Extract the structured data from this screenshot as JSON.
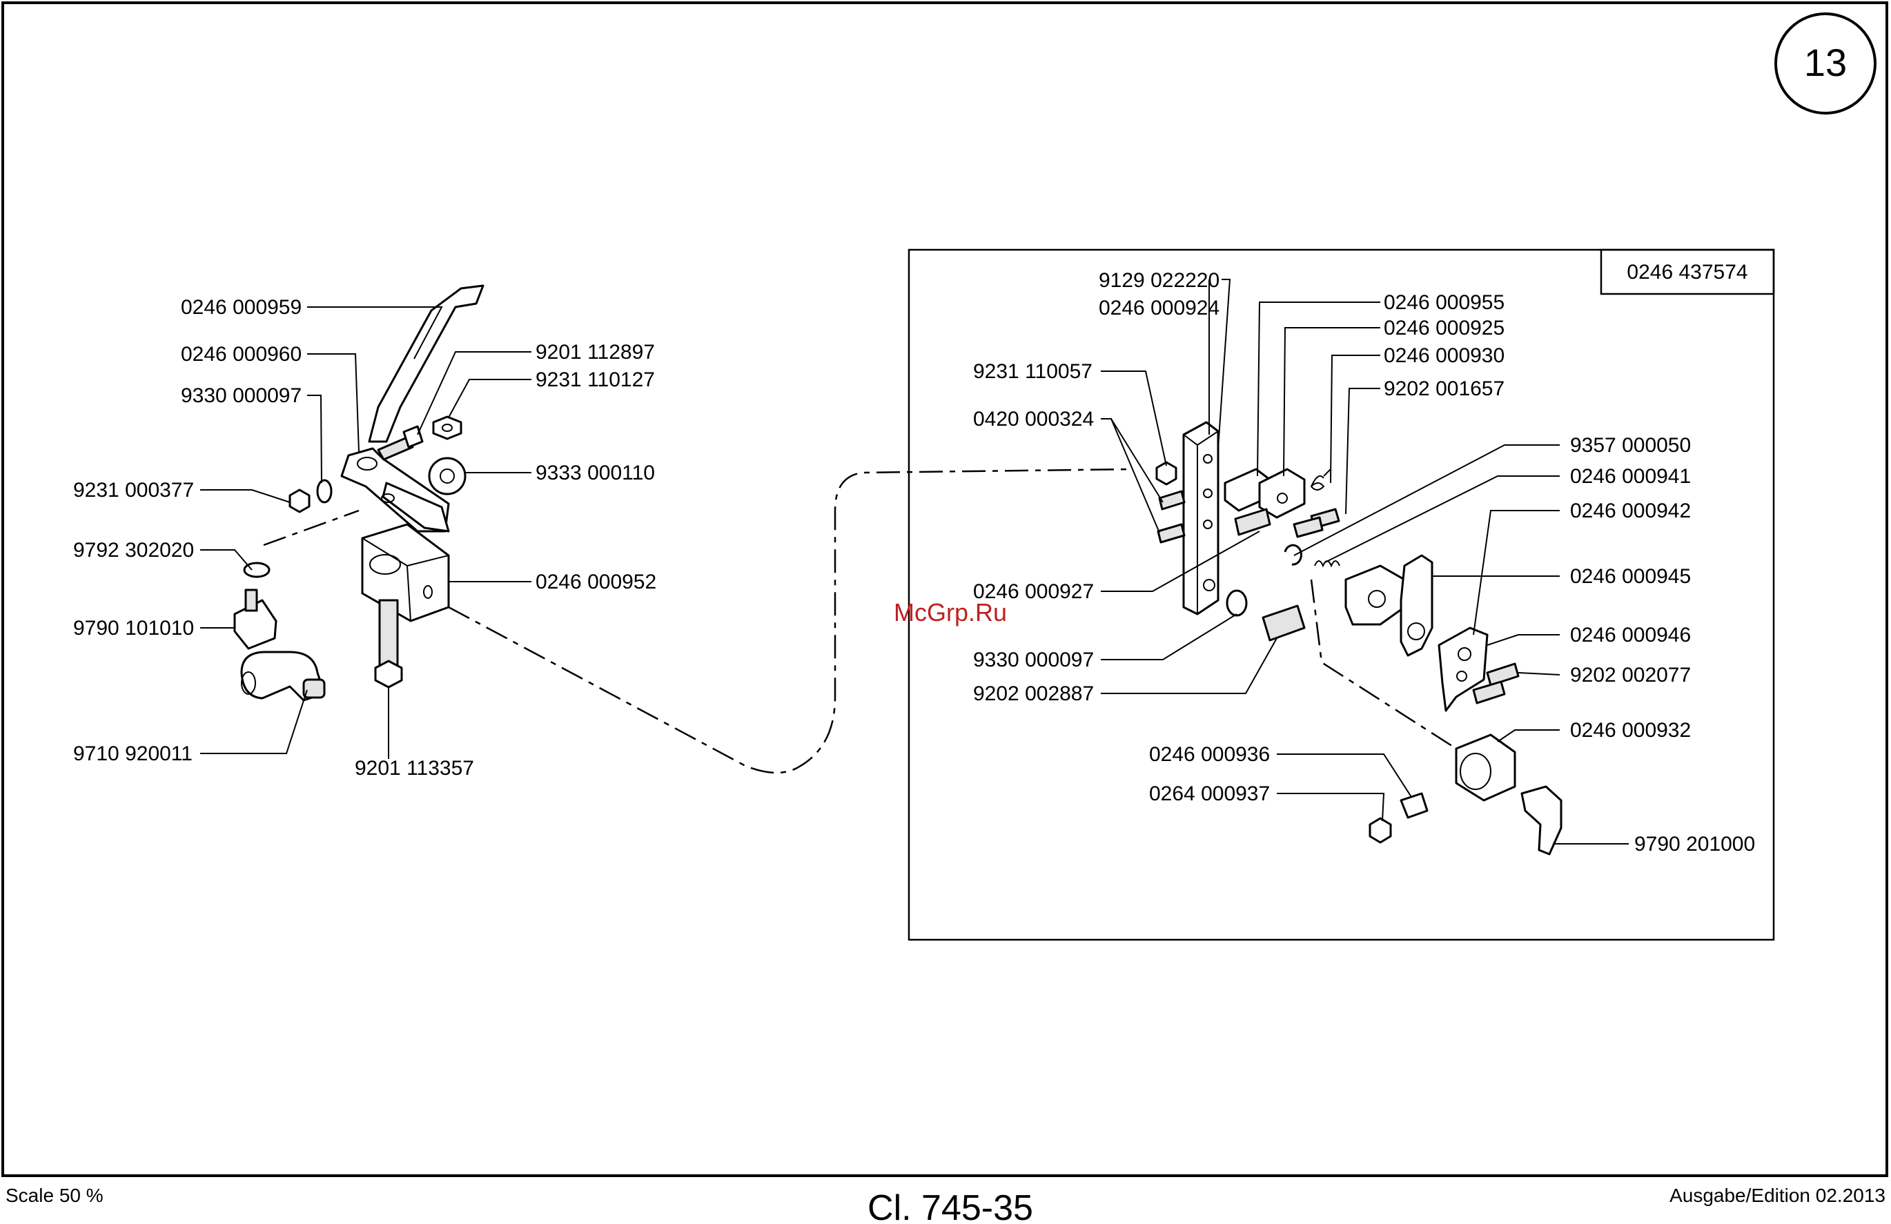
{
  "page": {
    "number": "13",
    "scale": "Scale 50 %",
    "model": "Cl. 745-35",
    "edition": "Ausgabe/Edition 02.2013",
    "watermark": "McGrp.Ru"
  },
  "assembly": {
    "code": "0246 437574"
  },
  "left_labels": [
    "0246 000959",
    "0246 000960",
    "9330 000097",
    "9231 000377",
    "9792 302020",
    "9790 101010",
    "9710 920011",
    "9201 112897",
    "9231 110127",
    "9333 000110",
    "0246 000952",
    "9201 113357"
  ],
  "right_labels": [
    "9129 022220",
    "0246 000924",
    "9231 110057",
    "0420 000324",
    "0246 000927",
    "9330 000097",
    "9202 002887",
    "0246 000936",
    "0264 000937",
    "0246 000955",
    "0246 000925",
    "0246 000930",
    "9202 001657",
    "9357 000050",
    "0246 000941",
    "0246 000942",
    "0246 000945",
    "0246 000946",
    "9202 002077",
    "0246 000932",
    "9790 201000"
  ]
}
